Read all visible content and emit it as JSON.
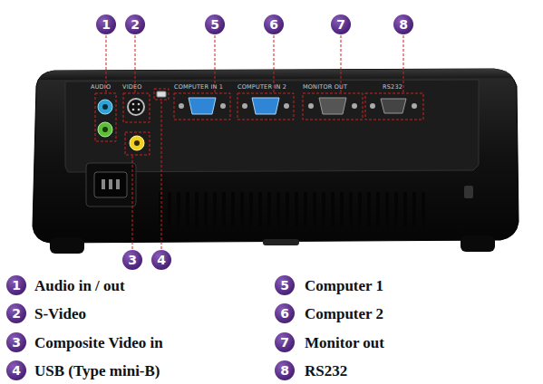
{
  "diagram": {
    "labels": [
      "1",
      "2",
      "5",
      "6",
      "7",
      "8",
      "AUDIO",
      "VIDEO",
      "COMPUTER IN 1",
      "COMPUTER IN 2",
      "MONITOR OUT",
      "RS232",
      "3",
      "4",
      "1",
      "Audio in / out",
      "5",
      "Computer 1",
      "2",
      "S-Video",
      "6",
      "Computer 2",
      "3",
      "Composite Video in",
      "7",
      "Monitor out",
      "4",
      "USB (Type mini-B)",
      "8",
      "RS232"
    ]
  }
}
